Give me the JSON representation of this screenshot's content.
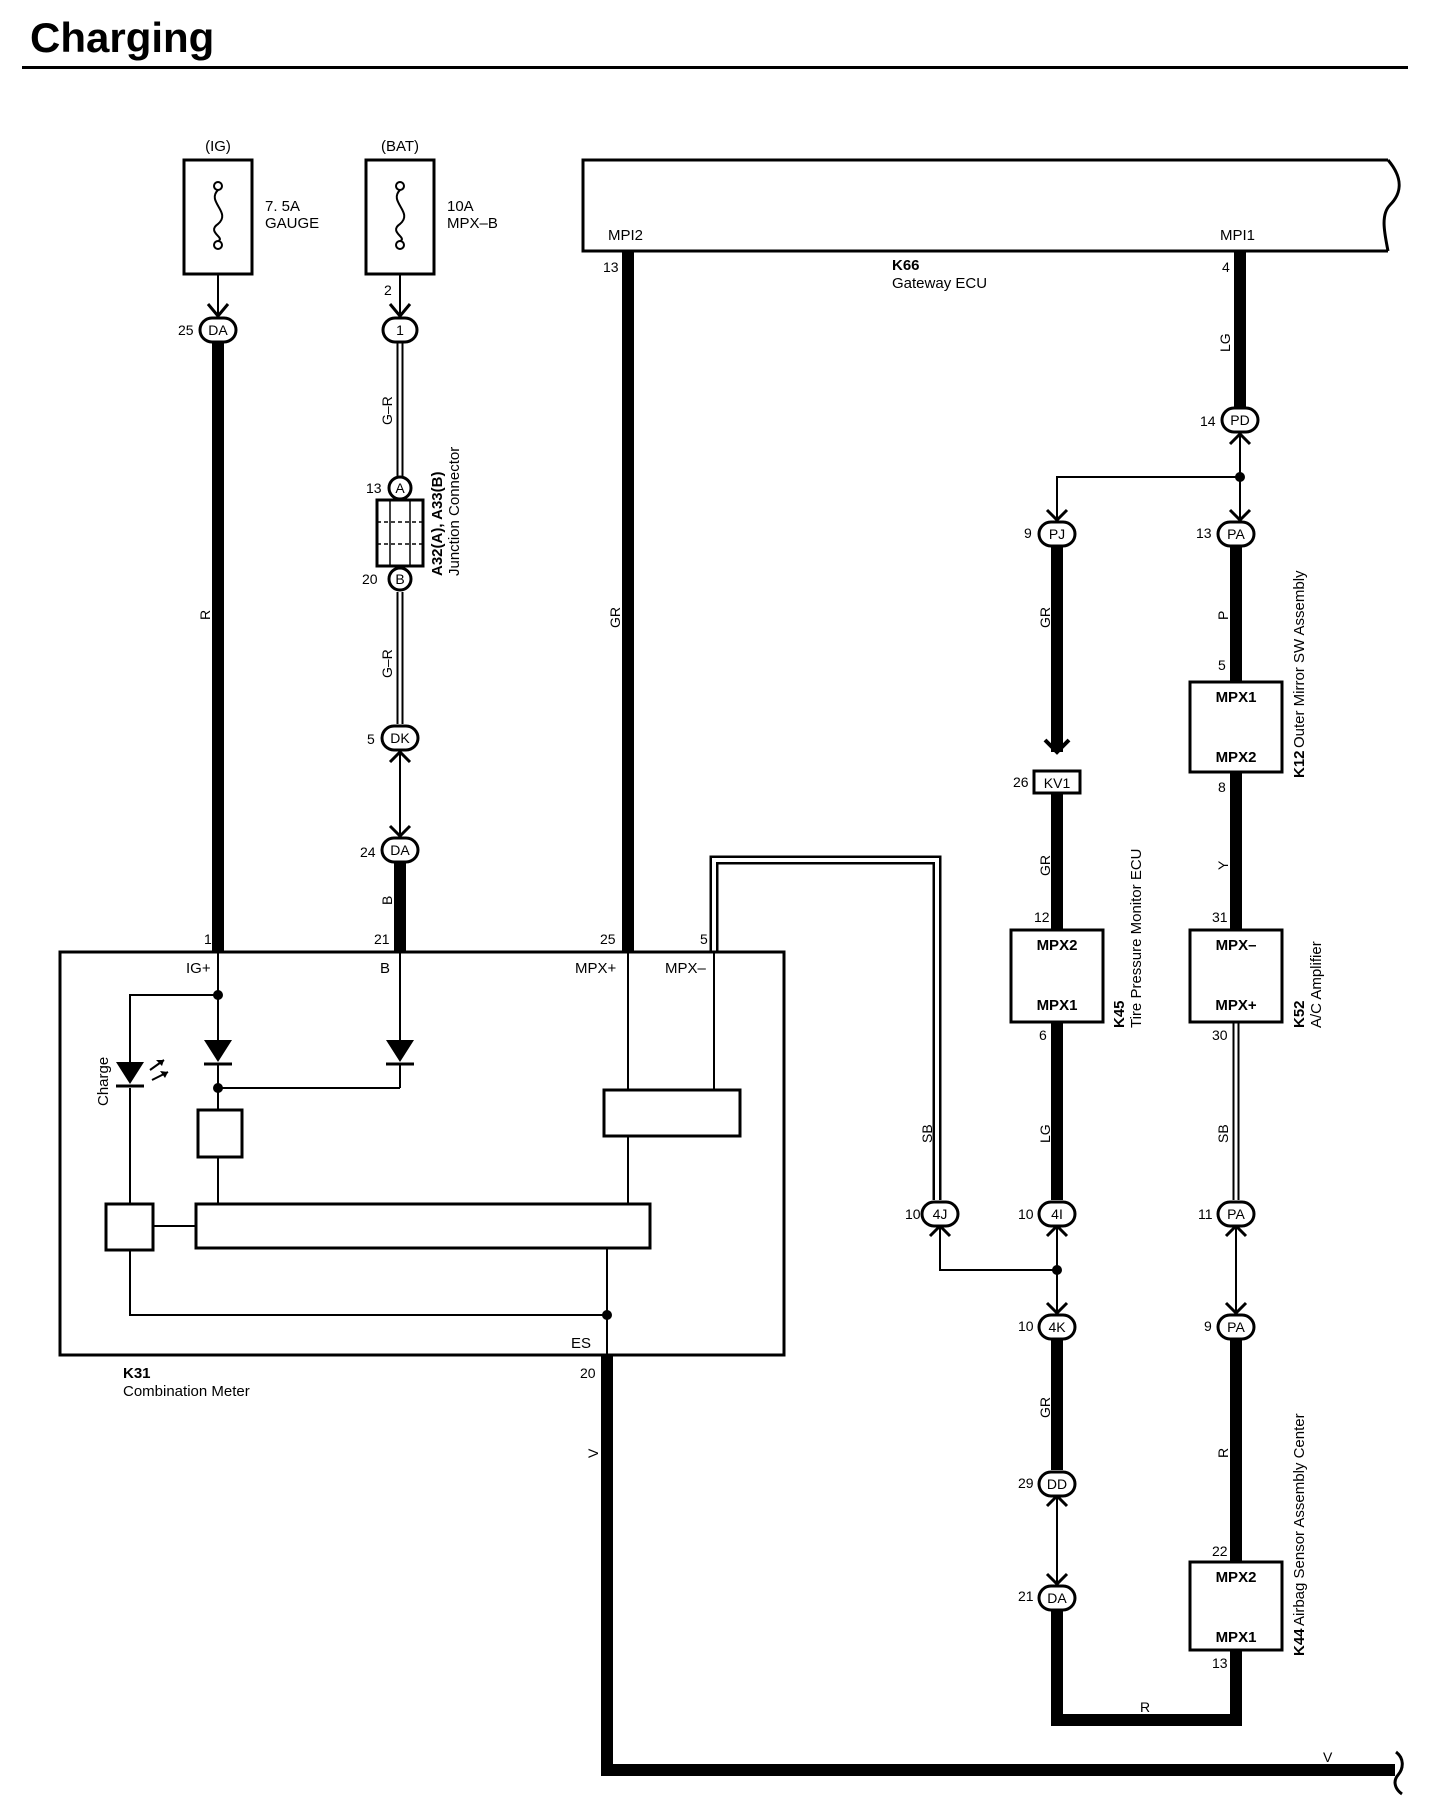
{
  "title": "Charging",
  "fuses": [
    {
      "id": "ig",
      "source": "(IG)",
      "rating": "7. 5A",
      "name": "GAUGE",
      "pin": "",
      "connector": "DA",
      "conn_pin": "25"
    },
    {
      "id": "bat",
      "source": "(BAT)",
      "rating": "10A",
      "name": "MPX–B",
      "pin": "2",
      "connector": "1",
      "conn_pin": ""
    }
  ],
  "components": {
    "k66": {
      "code": "K66",
      "name": "Gateway ECU",
      "pins": {
        "mpi2": "MPI2",
        "mpi1": "MPI1",
        "mpi2_no": "13",
        "mpi1_no": "4"
      }
    },
    "k31": {
      "code": "K31",
      "name": "Combination Meter",
      "terminals": [
        "IG+",
        "B",
        "MPX+",
        "MPX–",
        "ES"
      ],
      "pins": [
        "1",
        "21",
        "25",
        "5",
        "20"
      ],
      "led_label": "Charge"
    },
    "k45": {
      "code": "K45",
      "name": "Tire Pressure Monitor ECU",
      "top": "MPX2",
      "bottom": "MPX1",
      "pin_top": "12",
      "pin_bottom": "6"
    },
    "k12": {
      "code": "K12",
      "name": "Outer Mirror SW Assembly",
      "top": "MPX1",
      "bottom": "MPX2",
      "pin_top": "5",
      "pin_bottom": "8"
    },
    "k52": {
      "code": "K52",
      "name": "A/C Amplifier",
      "top": "MPX–",
      "bottom": "MPX+",
      "pin_top": "31",
      "pin_bottom": "30"
    },
    "k44": {
      "code": "K44",
      "name": "Airbag Sensor Assembly Center",
      "top": "MPX2",
      "bottom": "MPX1",
      "pin_top": "22",
      "pin_bottom": "13"
    },
    "junction": {
      "code": "A32(A), A33(B)",
      "name": "Junction Connector",
      "a": "A",
      "b": "B",
      "a_pin": "13",
      "b_pin": "20"
    }
  },
  "connectors": [
    {
      "id": "dk",
      "code": "DK",
      "pin": "5"
    },
    {
      "id": "da24",
      "code": "DA",
      "pin": "24"
    },
    {
      "id": "pd",
      "code": "PD",
      "pin": "14"
    },
    {
      "id": "pj",
      "code": "PJ",
      "pin": "9"
    },
    {
      "id": "pa13",
      "code": "PA",
      "pin": "13"
    },
    {
      "id": "kv1",
      "code": "KV1",
      "pin": "26"
    },
    {
      "id": "4j",
      "code": "4J",
      "pin": "10"
    },
    {
      "id": "4i",
      "code": "4I",
      "pin": "10"
    },
    {
      "id": "pa11",
      "code": "PA",
      "pin": "11"
    },
    {
      "id": "4k",
      "code": "4K",
      "pin": "10"
    },
    {
      "id": "pa9",
      "code": "PA",
      "pin": "9"
    },
    {
      "id": "dd",
      "code": "DD",
      "pin": "29"
    },
    {
      "id": "da21",
      "code": "DA",
      "pin": "21"
    }
  ],
  "wire_colors": {
    "ig_r": "R",
    "bat_gr1": "G–R",
    "bat_gr2": "G–R",
    "bat_b": "B",
    "gw_gr": "GR",
    "gw_lg": "LG",
    "pj_gr": "GR",
    "kv1_gr": "GR",
    "k45_lg": "LG",
    "sb_4j": "SB",
    "pa_p": "P",
    "k12_y": "Y",
    "k52_sb": "SB",
    "k4k_gr": "GR",
    "pa9_r": "R",
    "ground_v": "V",
    "bottom_r": "R",
    "bottom_v": "V"
  }
}
